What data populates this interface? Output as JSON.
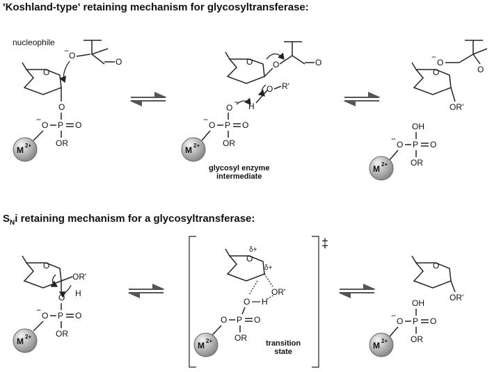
{
  "sections": [
    {
      "title": "'Koshland-type' retaining mechanism for glycosyltransferase:",
      "nucleophile_label": "nucleophile",
      "intermediate_caption_line1": "glycosyl enzyme",
      "intermediate_caption_line2": "intermediate"
    },
    {
      "title_prefix": "S",
      "title_subscript": "N",
      "title_rest": "i retaining mechanism for a glycosyltransferase:",
      "transition_caption_line1": "transition",
      "transition_caption_line2": "state",
      "double_dagger": "‡"
    }
  ],
  "labels": {
    "metal": "M",
    "metal_charge": "2+",
    "oxygen": "O",
    "phosphorus": "P",
    "hydrogen": "H",
    "or": "OR",
    "or_prime": "OR'",
    "o_r_prime": "O",
    "r_prime": "R'",
    "oh": "OH",
    "minus": "−",
    "delta_plus": "δ+"
  },
  "colors": {
    "metal_gradient_light": "#f4f4f4",
    "metal_gradient_dark": "#8a8a8a",
    "equilibrium_arrow": "#555555"
  }
}
